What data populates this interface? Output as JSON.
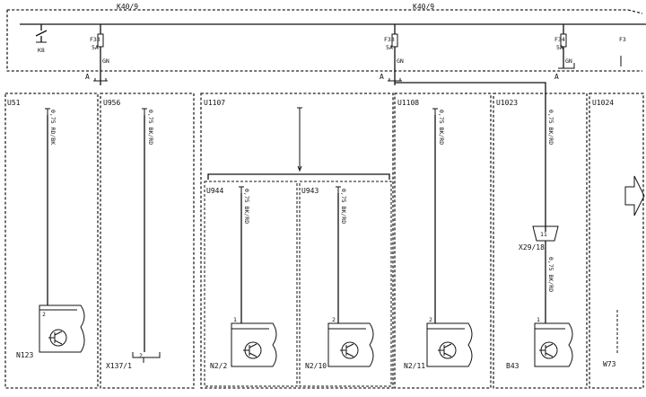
{
  "bus": {
    "left_label": "K40/9",
    "right_label": "K40/9"
  },
  "fuses": [
    {
      "id": "F33",
      "rating": "5A",
      "pin": "GN"
    },
    {
      "id": "F33",
      "rating": "5A",
      "pin": "GN"
    },
    {
      "id": "F34",
      "rating": "5A",
      "pin": "GN"
    },
    {
      "id": "F3"
    }
  ],
  "relay": {
    "id": "K8"
  },
  "connectors": {
    "a1": "A",
    "a2": "A",
    "a3": "A"
  },
  "modules": [
    {
      "id": "U51",
      "wire": "0,75 RD/BK",
      "component": "N123",
      "pin": "2"
    },
    {
      "id": "U956",
      "wire": "0,75 BK/RD",
      "component": "X137/1",
      "pin": "2"
    },
    {
      "id": "U1107"
    },
    {
      "id": "U944",
      "wire": "0,75 BK/RD",
      "component": "N2/2",
      "pin": "1"
    },
    {
      "id": "U943",
      "wire": "0,75 BK/RD",
      "component": "N2/10",
      "pin": "2"
    },
    {
      "id": "U1108",
      "wire": "0,75 BK/RD",
      "component": "N2/11",
      "pin": "2"
    },
    {
      "id": "U1023",
      "wire": "0,75 BK/RD",
      "wire2": "0,75 BK/RD",
      "component": "B43",
      "pin": "1",
      "junction": "X29/18",
      "junction_pin": "11"
    },
    {
      "id": "U1024",
      "component": "W73"
    }
  ]
}
